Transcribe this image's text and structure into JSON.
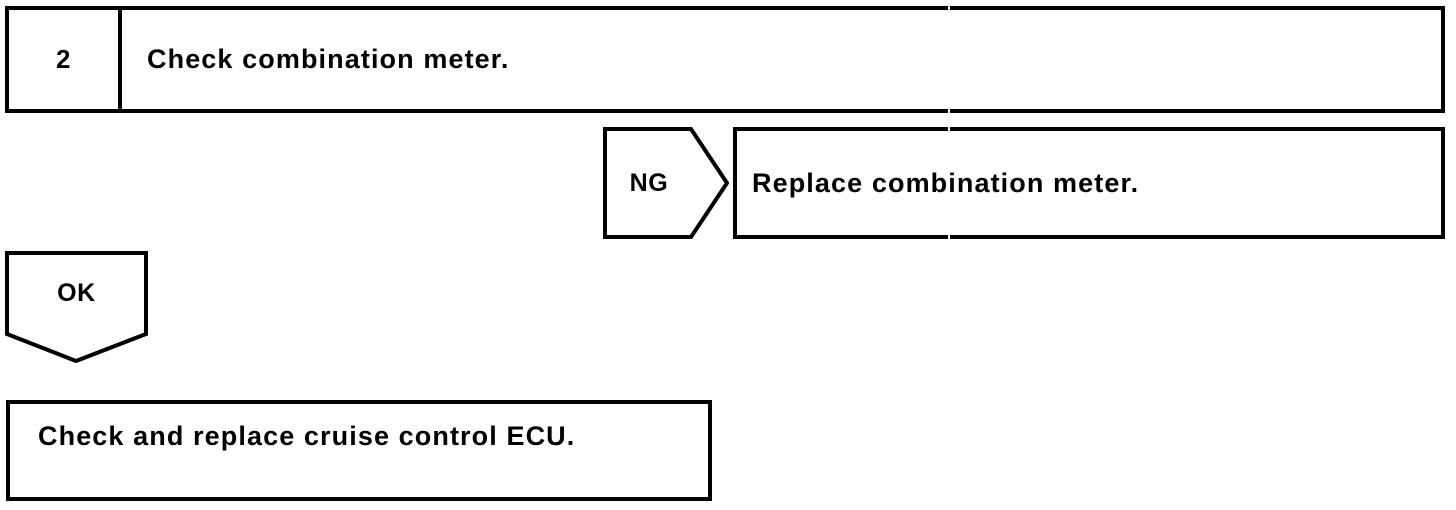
{
  "diagram": {
    "title": "Combination meter check troubleshooting step",
    "type": "troubleshooting-flowchart",
    "step": {
      "number": "2",
      "instruction": "Check combination meter."
    },
    "branches": [
      {
        "result_label": "NG",
        "action": "Replace combination meter.",
        "direction": "right"
      },
      {
        "result_label": "OK",
        "action": "Check and replace cruise control ECU.",
        "direction": "down"
      }
    ],
    "final_action": "Check and replace cruise control ECU.",
    "colors": {
      "line": "#000000",
      "background": "#ffffff",
      "text": "#000000"
    }
  }
}
